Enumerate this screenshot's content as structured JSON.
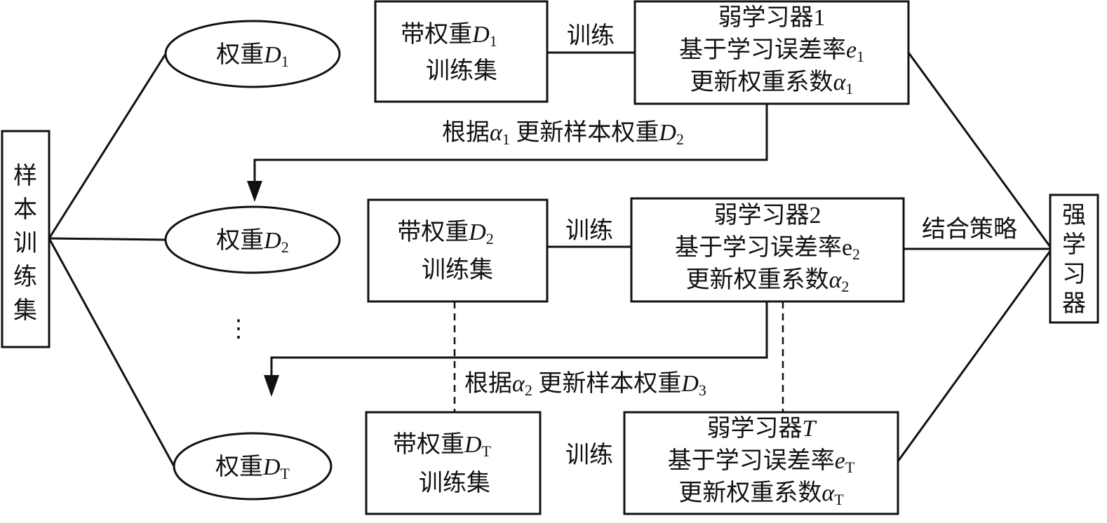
{
  "left_box": {
    "chars": [
      "样",
      "本",
      "训",
      "练",
      "集"
    ]
  },
  "right_box": {
    "chars": [
      "强",
      "学",
      "习",
      "器"
    ]
  },
  "ellipses": [
    {
      "prefix": "权重",
      "var": "D",
      "sub": "1"
    },
    {
      "prefix": "权重",
      "var": "D",
      "sub": "2"
    },
    {
      "prefix": "权重",
      "var": "D",
      "sub": "T"
    }
  ],
  "ellipsis_dots": "⋮",
  "train_sets": [
    {
      "line1_prefix": "带权重",
      "var": "D",
      "sub": "1",
      "line2": "训练集"
    },
    {
      "line1_prefix": "带权重",
      "var": "D",
      "sub": "2",
      "line2": "训练集"
    },
    {
      "line1_prefix": "带权重",
      "var": "D",
      "sub": "T",
      "line2": "训练集"
    }
  ],
  "train_label": "训练",
  "learners": [
    {
      "title": "弱学习器1",
      "line2_prefix": "基于学习误差率",
      "e": "e",
      "e_sub": "1",
      "line3_prefix": "更新权重系数",
      "alpha": "α",
      "alpha_sub": "1"
    },
    {
      "title": "弱学习器2",
      "line2_prefix": "基于学习误差率",
      "e": "e",
      "e_sub": "2",
      "line3_prefix": "更新权重系数",
      "alpha": "α",
      "alpha_sub": "2"
    },
    {
      "title_prefix": "弱学习器",
      "title_var": "T",
      "line2_prefix": "基于学习误差率",
      "e": "e",
      "e_sub": "T",
      "line3_prefix": "更新权重系数",
      "alpha": "α",
      "alpha_sub": "T"
    }
  ],
  "updates": [
    {
      "prefix": "根据",
      "alpha": "α",
      "alpha_sub": "1",
      "mid": " 更新样本权重",
      "var": "D",
      "sub": "2"
    },
    {
      "prefix": "根据",
      "alpha": "α",
      "alpha_sub": "2",
      "mid": " 更新样本权重",
      "var": "D",
      "sub": "3"
    }
  ],
  "combine_label": "结合策略"
}
